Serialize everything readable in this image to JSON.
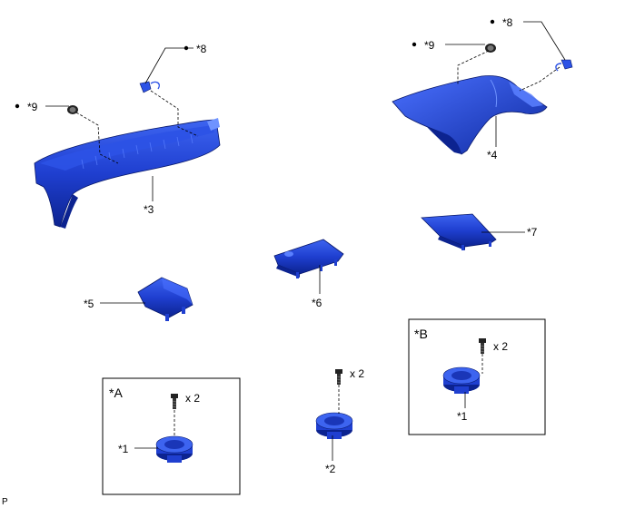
{
  "labels": {
    "l8a": "*8",
    "l8b": "*8",
    "l9a": "*9",
    "l9b": "*9",
    "l3": "*3",
    "l4": "*4",
    "l5": "*5",
    "l6": "*6",
    "l7": "*7",
    "l1a": "*1",
    "l1b": "*1",
    "l2": "*2",
    "boxA": "*A",
    "boxB": "*B",
    "qtyA": "x 2",
    "qty2": "x 2",
    "qtyB": "x 2",
    "corner": "P"
  },
  "colors": {
    "part": "#1f3fd0",
    "part_dark": "#0a1f8a",
    "part_light": "#4f79ff",
    "line": "#000000"
  }
}
